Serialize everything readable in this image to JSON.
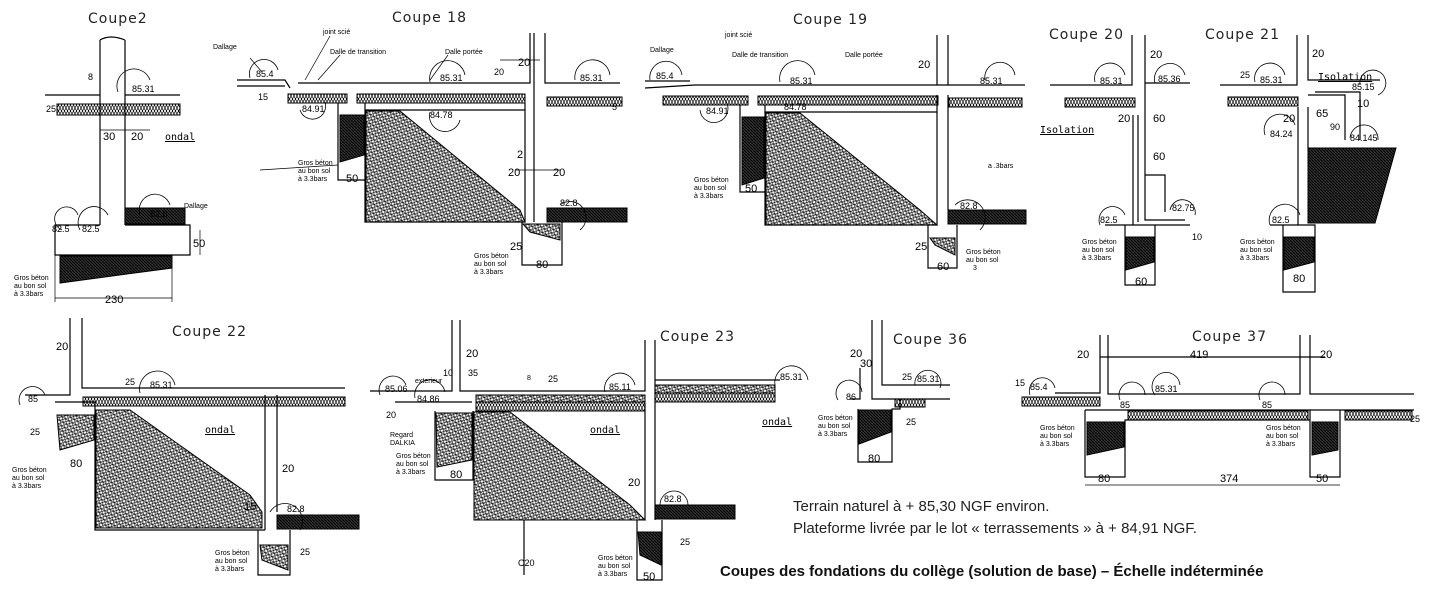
{
  "common": {
    "gros_beton": [
      "Gros béton",
      "au bon sol",
      "à 3.3bars"
    ],
    "ondal": "ondal",
    "isolation": "Isolation"
  },
  "coupe2": {
    "title": "Coupe2",
    "labels": [
      "85.31",
      "8",
      "25",
      "30",
      "20",
      "Dallage",
      "82.8",
      "82.5",
      "82.5",
      "50",
      "230"
    ]
  },
  "coupe18": {
    "title": "Coupe 18",
    "labels": [
      "Dallage",
      "joint scié",
      "Dalle de transition",
      "Dalle portée",
      "85.4",
      "15",
      "84.91",
      "84.78",
      "85.31",
      "85.31",
      "20",
      "20",
      "50",
      "2",
      "20",
      "20",
      "82.8",
      "25",
      "80",
      "5"
    ]
  },
  "coupe19": {
    "title": "Coupe 19",
    "labels": [
      "Dallage",
      "joint scié",
      "Dalle de transition",
      "Dalle portée",
      "85.4",
      "84.91",
      "84.78",
      "85.31",
      "85.31",
      "20",
      "50",
      "a .3bars",
      "82.8",
      "25",
      "60"
    ],
    "gros_beton_right": [
      "Gros béton",
      "au bon sol",
      "3"
    ]
  },
  "coupe20": {
    "title": "Coupe 20",
    "labels": [
      "20",
      "85.31",
      "85.36",
      "20",
      "60",
      "60",
      "82.75",
      "82.5",
      "10",
      "60"
    ]
  },
  "coupe21": {
    "title": "Coupe 21",
    "labels": [
      "20",
      "25",
      "85.31",
      "85.15",
      "10",
      "65",
      "20",
      "90",
      "84.24",
      "84.145",
      "82.5",
      "80"
    ]
  },
  "coupe22": {
    "title": "Coupe 22",
    "labels": [
      "20",
      "85",
      "25",
      "85.31",
      "25",
      "80",
      "20",
      "15",
      "82.8",
      "25"
    ]
  },
  "coupe23": {
    "title": "Coupe 23",
    "labels": [
      "20",
      "10",
      "35",
      "85.06",
      "exterieur",
      "84.86",
      "20",
      "Regard",
      "DALKIA",
      "80",
      "8",
      "25",
      "85.11",
      "85.31",
      "20",
      "82.8",
      "25",
      "50",
      "C20"
    ]
  },
  "coupe36": {
    "title": "Coupe 36",
    "labels": [
      "20",
      "30",
      "86",
      "25",
      "85.31",
      "25",
      "80"
    ]
  },
  "coupe37": {
    "title": "Coupe 37",
    "labels": [
      "20",
      "419",
      "20",
      "15",
      "85.4",
      "85.31",
      "85",
      "85",
      "25",
      "80",
      "374",
      "50"
    ]
  },
  "notes": [
    "Terrain naturel à + 85,30 NGF environ.",
    "Plateforme livrée par le lot « terrassements » à + 84,91 NGF."
  ],
  "caption": "Coupes des fondations du collège (solution de base) – Échelle indéterminée"
}
